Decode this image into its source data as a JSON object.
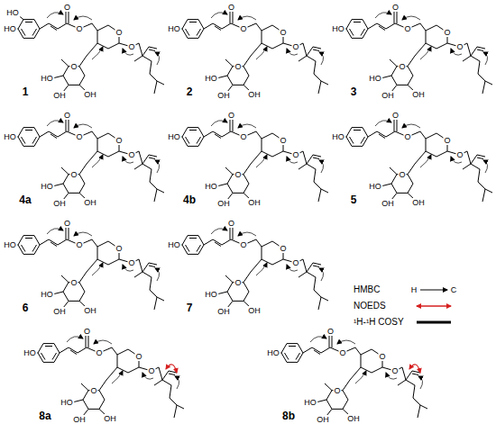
{
  "diagram": {
    "labels": [
      "1",
      "HO",
      "O",
      "O",
      "O",
      "O",
      "O",
      "OH",
      "OH",
      "HO",
      "HO",
      "2",
      "HO",
      "O",
      "O",
      "O",
      "O",
      "O",
      "OH",
      "OH",
      "HO",
      "3",
      "HO",
      "O",
      "O",
      "O",
      "O",
      "O",
      "OH",
      "OH",
      "HO",
      "4a",
      "HO",
      "O",
      "O",
      "O",
      "O",
      "O",
      "OH",
      "OH",
      "HO",
      "4b",
      "HO",
      "O",
      "O",
      "O",
      "O",
      "O",
      "OH",
      "OH",
      "HO",
      "5",
      "HO",
      "O",
      "O",
      "O",
      "O",
      "O",
      "OH",
      "OH",
      "HO",
      "6",
      "HO",
      "O",
      "O",
      "O",
      "O",
      "O",
      "OH",
      "OH",
      "HO",
      "7",
      "HO",
      "O",
      "O",
      "O",
      "O",
      "O",
      "OH",
      "OH",
      "HO",
      "8a",
      "HO",
      "O",
      "O",
      "O",
      "O",
      "O",
      "OH",
      "OH",
      "HO",
      "8b",
      "HO",
      "O",
      "O",
      "O",
      "O",
      "O",
      "OH",
      "OH",
      "HO",
      "H",
      "C"
    ],
    "legend": [
      {
        "text": "HMBC"
      },
      {
        "text": "NOEDS"
      },
      {
        "text": "¹H-¹H COSY"
      }
    ]
  }
}
